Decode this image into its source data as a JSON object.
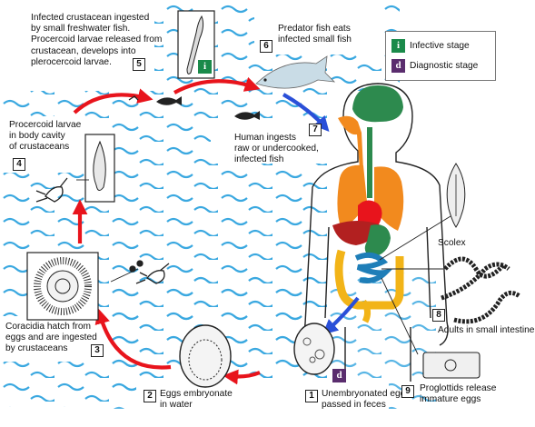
{
  "steps": [
    {
      "num": "1",
      "text": "Unembryonated eggs\npassed in feces"
    },
    {
      "num": "2",
      "text": "Eggs embryonate\nin water"
    },
    {
      "num": "3",
      "text": "Coracidia hatch from\neggs and are ingested\nby crustaceans"
    },
    {
      "num": "4",
      "text": "Procercoid larvae\nin body cavity\nof crustaceans"
    },
    {
      "num": "5",
      "text": "Infected crustacean ingested\nby small freshwater fish.\nProcercoid larvae released from\ncrustacean, develops into\nplerocercoid larvae."
    },
    {
      "num": "6",
      "text": "Predator fish eats\ninfected small fish"
    },
    {
      "num": "7",
      "text": "Human ingests\nraw or undercooked,\ninfected fish"
    },
    {
      "num": "8",
      "text": "Adults in small intestine"
    },
    {
      "num": "9",
      "text": "Proglottids release\nimmature eggs"
    }
  ],
  "scolex_label": "Scolex",
  "legend": {
    "infective": {
      "letter": "i",
      "label": "Infective stage",
      "color": "#1a8a4a"
    },
    "diagnostic": {
      "letter": "d",
      "label": "Diagnostic stage",
      "color": "#5a2d6e"
    }
  },
  "colors": {
    "arrow_red": "#e8141c",
    "arrow_blue": "#2a4fd8",
    "water": "#3aa8e0"
  }
}
